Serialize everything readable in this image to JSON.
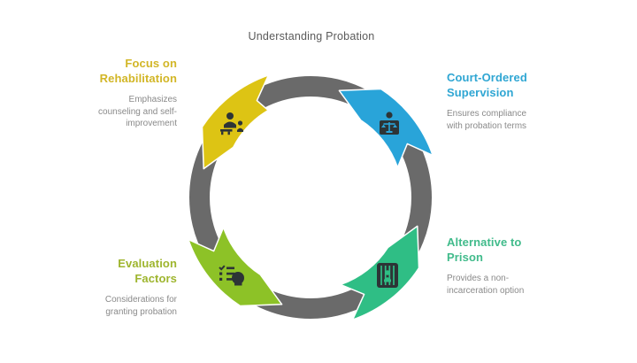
{
  "title": "Understanding Probation",
  "colors": {
    "background": "#ffffff",
    "ring": "#6a6a6a",
    "icon_dark": "#2d3436",
    "title_text": "#5a5a5a",
    "body_text": "#8a8a8a"
  },
  "segments": [
    {
      "name": "focus-on-rehabilitation",
      "position": "top-left",
      "color": "#ddc414",
      "heading_color": "#d2b626",
      "heading_lines": [
        "Focus on",
        "Rehabilitation"
      ],
      "body_lines": [
        "Emphasizes",
        "counseling and self-",
        "improvement"
      ],
      "icon": "counseling-icon"
    },
    {
      "name": "court-ordered-supervision",
      "position": "top-right",
      "color": "#29a4d9",
      "heading_color": "#2fa6d3",
      "heading_lines": [
        "Court-Ordered",
        "Supervision"
      ],
      "body_lines": [
        "Ensures compliance",
        "with probation terms"
      ],
      "icon": "scales-of-justice-icon"
    },
    {
      "name": "alternative-to-prison",
      "position": "bottom-right",
      "color": "#2fbe85",
      "heading_color": "#41bb8b",
      "heading_lines": [
        "Alternative to",
        "Prison"
      ],
      "body_lines": [
        "Provides a non-",
        "incarceration option"
      ],
      "icon": "prison-bars-icon"
    },
    {
      "name": "evaluation-factors",
      "position": "bottom-left",
      "color": "#8dc227",
      "heading_color": "#9eb52e",
      "heading_lines": [
        "Evaluation",
        "Factors"
      ],
      "body_lines": [
        "Considerations for",
        "granting probation"
      ],
      "icon": "checklist-head-icon"
    }
  ]
}
